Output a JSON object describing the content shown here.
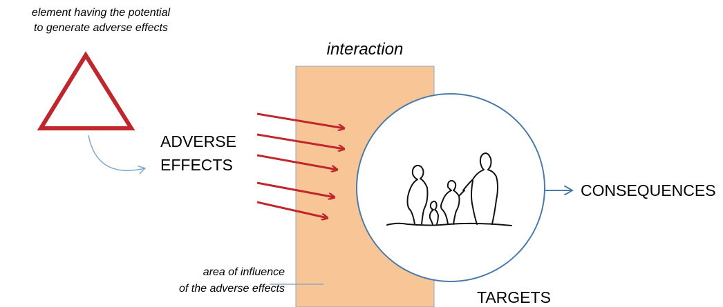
{
  "hazard": {
    "caption_line1": "element having the potential",
    "caption_line2": "to generate adverse effects"
  },
  "interaction": {
    "label": "interaction"
  },
  "adverse_effects": {
    "line1": "ADVERSE",
    "line2": "EFFECTS"
  },
  "area": {
    "caption_line1": "area of influence",
    "caption_line2": "of the adverse effects"
  },
  "consequences": {
    "label": "CONSEQUENCES"
  },
  "targets": {
    "label": "TARGETS"
  },
  "colors": {
    "hazard_red": "#c0272d",
    "area_fill": "#f8c596",
    "area_stroke": "#8fa7bf",
    "circle_stroke": "#4a7aa8",
    "blue_arrow": "#4a7aa8",
    "light_blue_arrow": "#7ea8cc"
  }
}
